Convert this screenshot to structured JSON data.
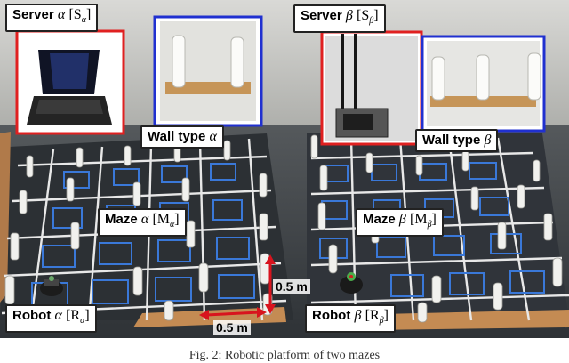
{
  "labels": {
    "server_alpha": {
      "prefix": "Server ",
      "sym": "α",
      "bracket": "[S",
      "sub": "α",
      "close": "]"
    },
    "server_beta": {
      "prefix": "Server ",
      "sym": "β",
      "bracket": "[S",
      "sub": "β",
      "close": "]"
    },
    "wall_alpha": {
      "prefix": "Wall type ",
      "sym": "α"
    },
    "wall_beta": {
      "prefix": "Wall type ",
      "sym": "β"
    },
    "maze_alpha": {
      "prefix": "Maze ",
      "sym": "α",
      "bracket": "[M",
      "sub": "α",
      "close": "]"
    },
    "maze_beta": {
      "prefix": "Maze ",
      "sym": "β",
      "bracket": "[M",
      "sub": "β",
      "close": "]"
    },
    "robot_alpha": {
      "prefix": "Robot ",
      "sym": "α",
      "bracket": "[R",
      "sub": "α",
      "close": "]"
    },
    "robot_beta": {
      "prefix": "Robot ",
      "sym": "β",
      "bracket": "[R",
      "sub": "β",
      "close": "]"
    }
  },
  "dimensions": {
    "vertical": "0.5 m",
    "horizontal": "0.5 m"
  },
  "colors": {
    "server_border": "#e02020",
    "wall_border": "#2030d0",
    "grid_line": "#e8e8e8",
    "cell_marker": "#3a78d8",
    "measure_arrow": "#d8141e"
  },
  "caption": "Fig. 2: Robotic platform of two mazes"
}
